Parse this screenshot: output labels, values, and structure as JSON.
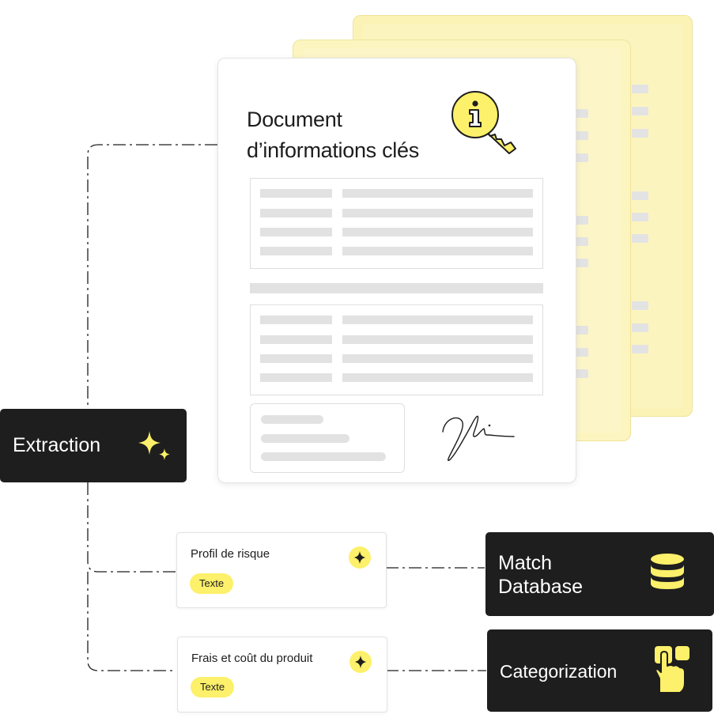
{
  "document": {
    "title_line1": "Document",
    "title_line2": "d’informations clés"
  },
  "extraction": {
    "label": "Extraction"
  },
  "cards": [
    {
      "title": "Profil de risque",
      "tag": "Texte"
    },
    {
      "title": "Frais et coût du produit",
      "tag": "Texte"
    }
  ],
  "outputs": [
    {
      "line1": "Match",
      "line2": "Database"
    },
    {
      "label": "Categorization"
    }
  ],
  "icons": {
    "key": "info-key-icon",
    "sparkle": "sparkle-icon",
    "database": "database-icon",
    "hand": "hand-pointer-icon"
  },
  "colors": {
    "accent_yellow": "#fdf06a",
    "dark": "#1e1e1e",
    "back_sheet": "#fbf3b6"
  }
}
